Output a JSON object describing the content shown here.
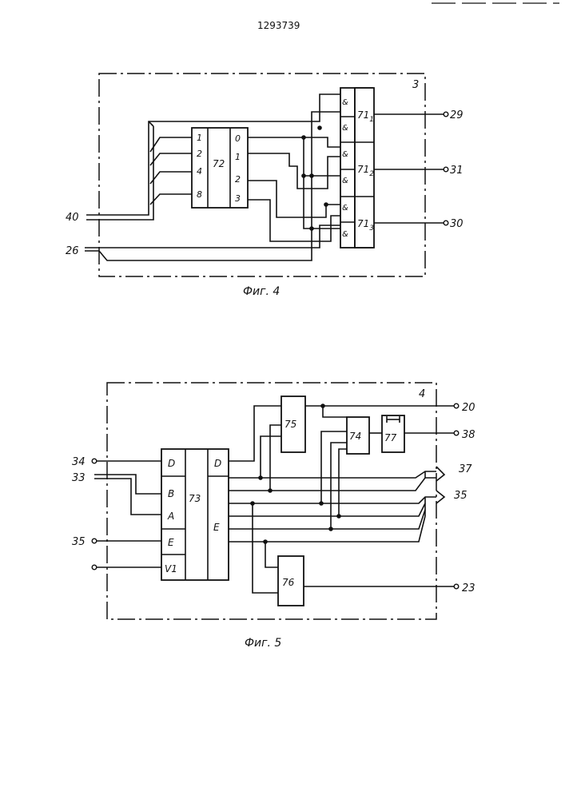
{
  "header": {
    "patent_number": "1293739"
  },
  "fig4": {
    "caption": "Фиг. 4",
    "frame_label": "3",
    "decoder": {
      "label": "72",
      "inputs": [
        "1",
        "2",
        "4",
        "8"
      ],
      "outputs": [
        "0",
        "1",
        "2",
        "3"
      ]
    },
    "gate_symbol": "&",
    "triggers": [
      {
        "base": "71",
        "sub": "1"
      },
      {
        "base": "71",
        "sub": "2"
      },
      {
        "base": "71",
        "sub": "3"
      }
    ],
    "outputs": [
      "29",
      "31",
      "30"
    ],
    "input_bus": "40",
    "input_line": "26"
  },
  "fig5": {
    "caption": "Фиг. 5",
    "frame_label": "4",
    "block73": {
      "label": "73",
      "inputs": [
        "D",
        "B",
        "A",
        "E",
        "V1"
      ],
      "outputs": [
        "D",
        "E"
      ]
    },
    "block74": "74",
    "block75": "75",
    "block76": "76",
    "block77": "77",
    "inputs": [
      "34",
      "33",
      "35"
    ],
    "outputs": [
      "20",
      "38",
      "37",
      "35",
      "23"
    ]
  }
}
